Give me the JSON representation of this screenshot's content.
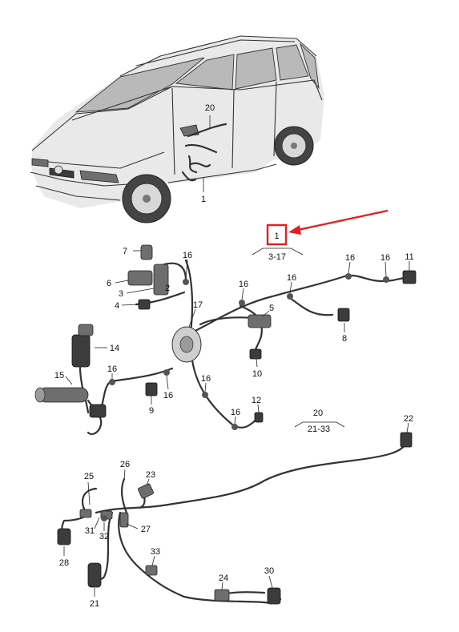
{
  "highlight": {
    "label": "1",
    "color": "#e02020"
  },
  "car_labels": {
    "harness_door": "20",
    "harness_body": "1"
  },
  "groups": {
    "group_1_range": "3-17",
    "group_20_label": "20",
    "group_20_range": "21-33"
  },
  "callouts": {
    "c2": "2",
    "c3": "3",
    "c4": "4",
    "c5": "5",
    "c6": "6",
    "c7": "7",
    "c8": "8",
    "c9": "9",
    "c10": "10",
    "c11": "11",
    "c12": "12",
    "c14": "14",
    "c15": "15",
    "c16": "16",
    "c17": "17",
    "c21": "21",
    "c22": "22",
    "c23": "23",
    "c24": "24",
    "c25": "25",
    "c26": "26",
    "c27": "27",
    "c28": "28",
    "c30": "30",
    "c31": "31",
    "c32": "32",
    "c33": "33"
  },
  "colors": {
    "line": "#333333",
    "part": "#6e6e6e"
  }
}
